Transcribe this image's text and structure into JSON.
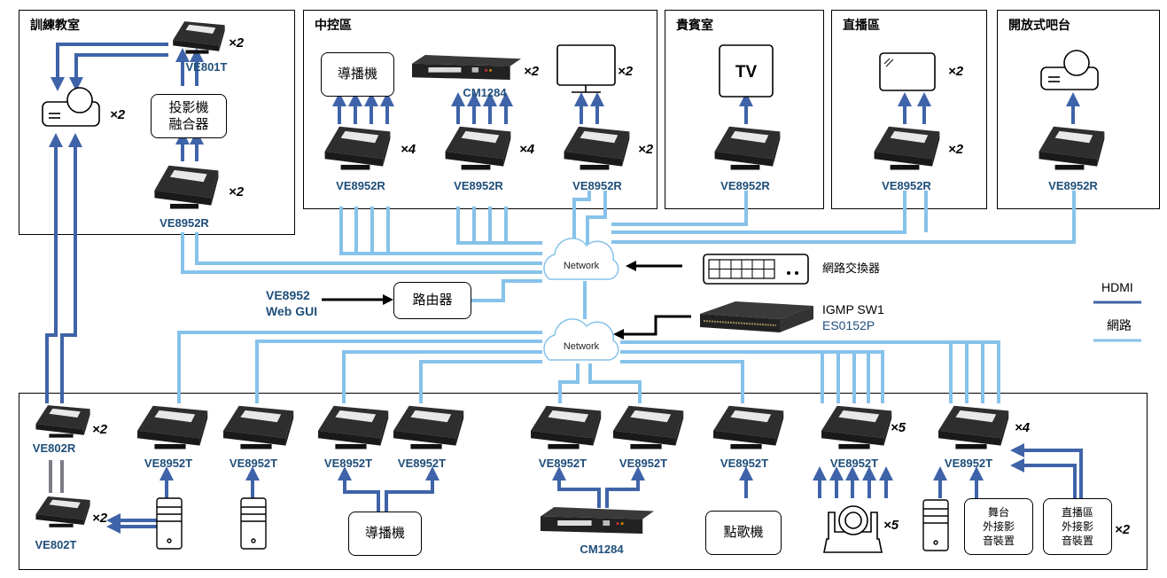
{
  "colors": {
    "hdmi": "#3f63a8",
    "network": "#86c2ea",
    "label_blue": "#1f4e79",
    "device_dark": "#2b2b2b"
  },
  "zones": {
    "training": {
      "title": "訓練教室"
    },
    "control": {
      "title": "中控區"
    },
    "vip": {
      "title": "貴賓室"
    },
    "broadcast": {
      "title": "直播區"
    },
    "bar": {
      "title": "開放式吧台"
    }
  },
  "training": {
    "ve801t_label": "VE801T",
    "ve801t_mult": "×2",
    "projector_mult": "×2",
    "blender_label": "投影機\n融合器",
    "receiver_label": "VE8952R",
    "receiver_mult": "×2"
  },
  "control": {
    "switcher_label": "導播機",
    "cm_label": "CM1284",
    "cm_mult": "×2",
    "monitor_mult": "×2",
    "rx1_label": "VE8952R",
    "rx1_mult": "×4",
    "rx2_label": "VE8952R",
    "rx2_mult": "×4",
    "rx3_label": "VE8952R",
    "rx3_mult": "×2"
  },
  "vip": {
    "tv_label": "TV",
    "rx_label": "VE8952R"
  },
  "broadcast": {
    "display_mult": "×2",
    "rx_label": "VE8952R",
    "rx_mult": "×2"
  },
  "bar": {
    "rx_label": "VE8952R"
  },
  "network": {
    "cloud1_label": "Network",
    "cloud2_label": "Network",
    "switch_label": "網路交換器",
    "router_label": "路由器",
    "webgui_line1": "VE8952",
    "webgui_line2": "Web GUI",
    "igmp_line1": "IGMP SW1",
    "igmp_line2": "ES0152P"
  },
  "legend": {
    "hdmi": "HDMI",
    "network": "網路"
  },
  "bottom": {
    "ve802r_label": "VE802R",
    "ve802r_mult": "×2",
    "ve802t_label": "VE802T",
    "ve802t_mult": "×2",
    "tx_labels": [
      "VE8952T",
      "VE8952T",
      "VE8952T",
      "VE8952T",
      "VE8952T",
      "VE8952T",
      "VE8952T",
      "VE8952T",
      "VE8952T"
    ],
    "tx_mult_cam": "×5",
    "tx_mult_last": "×4",
    "switcher_label": "導播機",
    "cm_label": "CM1284",
    "karaoke_label": "點歌機",
    "camera_mult": "×5",
    "stage_label": "舞台\n外接影\n音裝置",
    "live_label": "直播區\n外接影\n音裝置",
    "live_mult": "×2"
  }
}
